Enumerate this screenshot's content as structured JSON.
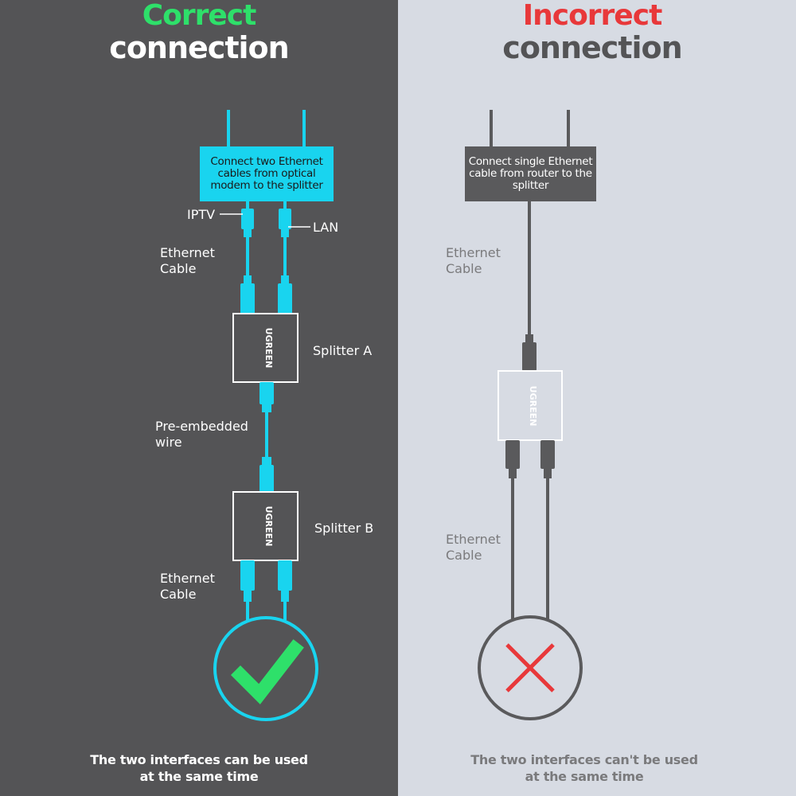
{
  "left": {
    "title_line1": "Correct",
    "title_line2": "connection",
    "box_text": "Connect two Ethernet cables from optical modem to the splitter",
    "label_iptv": "IPTV",
    "label_lan": "LAN",
    "label_ethernet_top": "Ethernet\nCable",
    "label_splitter_a": "Splitter A",
    "label_pre_embedded": "Pre-embedded\nwire",
    "label_splitter_b": "Splitter B",
    "label_ethernet_bottom": "Ethernet\nCable",
    "brand": "UGREEN",
    "caption_line1": "The two interfaces can be used",
    "caption_line2": "at the same time"
  },
  "right": {
    "title_line1": "Incorrect",
    "title_line2": "connection",
    "box_text": "Connect single Ethernet cable from router to the splitter",
    "label_ethernet_top": "Ethernet\nCable",
    "label_ethernet_bottom": "Ethernet\nCable",
    "brand": "UGREEN",
    "caption_line1": "The two interfaces can't be used",
    "caption_line2": "at the same time"
  },
  "colors": {
    "left_bg": "#545456",
    "right_bg": "#d7dbe3",
    "cable_cyan": "#19d4ef",
    "cable_gray": "#5a5a5c",
    "correct_green": "#2ee06a",
    "incorrect_red": "#e8383a",
    "white": "#ffffff"
  },
  "icons": {
    "check": "check-icon",
    "cross": "cross-icon"
  }
}
